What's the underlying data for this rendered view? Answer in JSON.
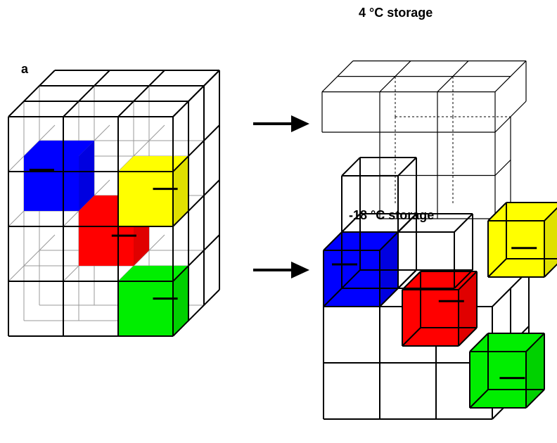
{
  "panel_label": "a",
  "titles": {
    "top": "4 °C storage",
    "bottom": "-18 °C storage"
  },
  "colors": {
    "blue": "#0000ff",
    "red": "#ff0000",
    "yellow": "#ffff00",
    "green": "#00ee00",
    "line": "#000000",
    "hidden_line": "#999999"
  },
  "icons": [
    "arrow-right-icon",
    "arrow-right-icon"
  ]
}
